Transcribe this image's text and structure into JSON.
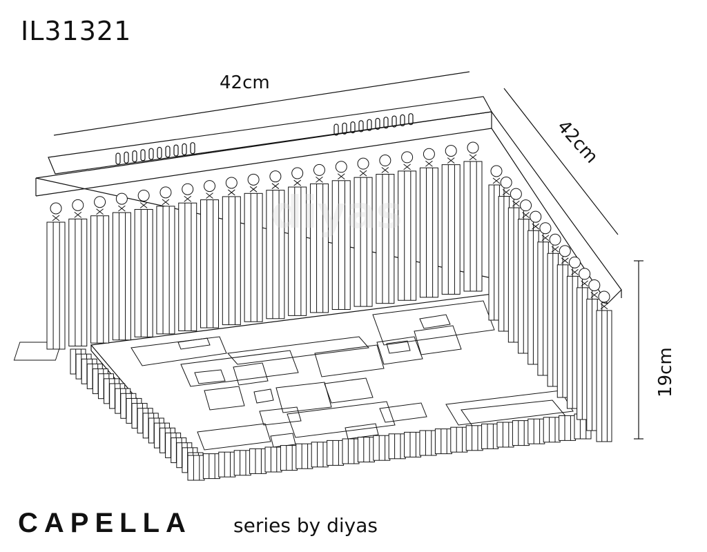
{
  "product_code": "IL31321",
  "dimensions": {
    "width": "42cm",
    "depth": "42cm",
    "height": "19cm"
  },
  "footer": {
    "series_name": "CAPELLA",
    "series_by": "series by diyas"
  },
  "watermark": "diyas",
  "colors": {
    "line": "#111111",
    "background": "#ffffff",
    "watermark": "#d8d8d8"
  }
}
